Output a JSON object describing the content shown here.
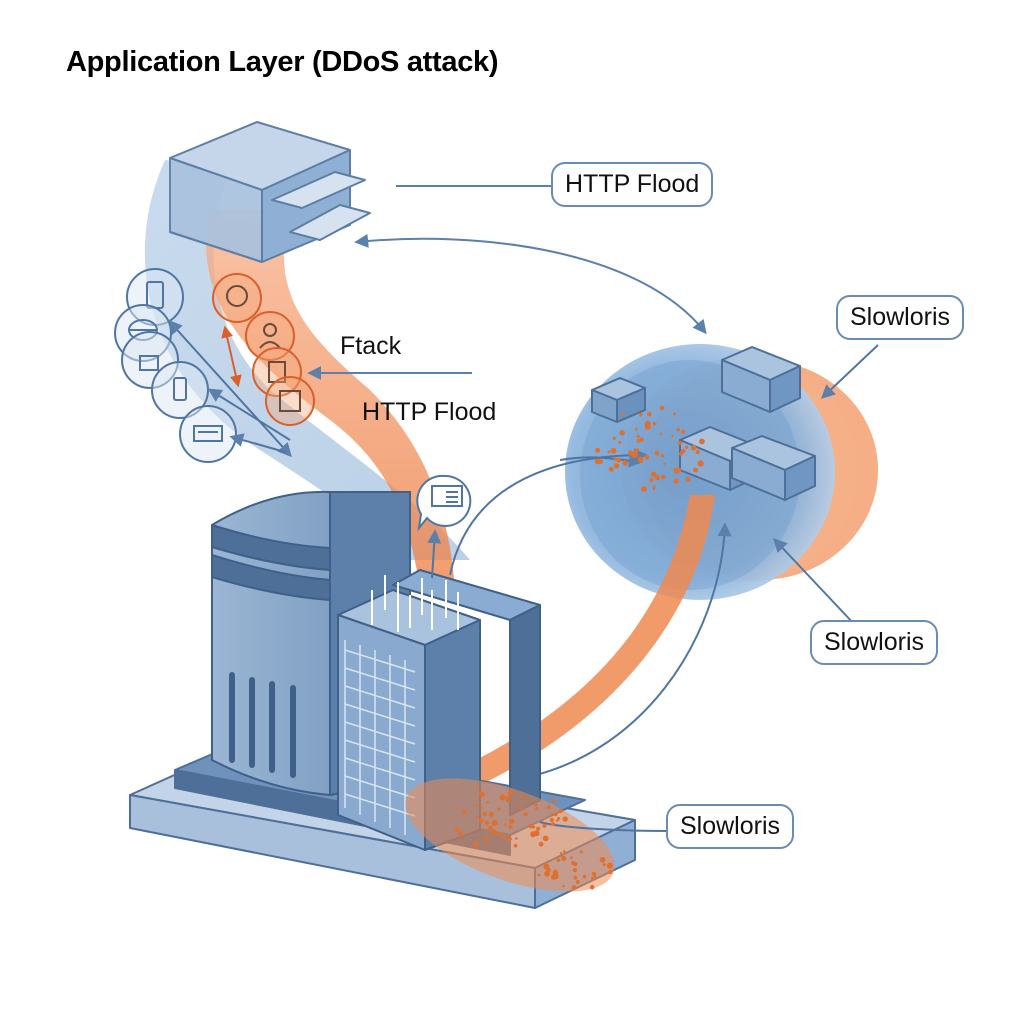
{
  "title": "Application Layer (DDoS attack)",
  "colors": {
    "outline_blue": "#4a6f9a",
    "light_blue": "#a9c4e0",
    "mid_blue": "#7fa3c9",
    "dark_blue": "#4d6f98",
    "attack_orange": "#f08a50",
    "dot_orange": "#e07030",
    "callout_border": "#6a8cb0"
  },
  "labels": {
    "callout_top": "HTTP Flood",
    "plain_ftack": "Ftack",
    "plain_http_flood": "HTTP Flood",
    "callout_slowloris_top": "Slowloris",
    "callout_slowloris_mid": "Slowloris",
    "callout_slowloris_bottom": "Slowloris"
  },
  "client_icons": [
    {
      "name": "mobile-phone-icon"
    },
    {
      "name": "globe-map-icon"
    },
    {
      "name": "user-device-icon"
    },
    {
      "name": "phone-icon"
    },
    {
      "name": "browser-window-icon"
    }
  ],
  "attacker_icons": [
    {
      "name": "chat-bubble-icon"
    },
    {
      "name": "user-icon"
    },
    {
      "name": "document-icon"
    },
    {
      "name": "bot-face-icon"
    }
  ],
  "components": {
    "proxy_box": "proxy-server-icon",
    "server_tower": "web-server-icon",
    "botnet_cloud": "botnet-cluster",
    "message_bubble": "request-message-icon"
  }
}
